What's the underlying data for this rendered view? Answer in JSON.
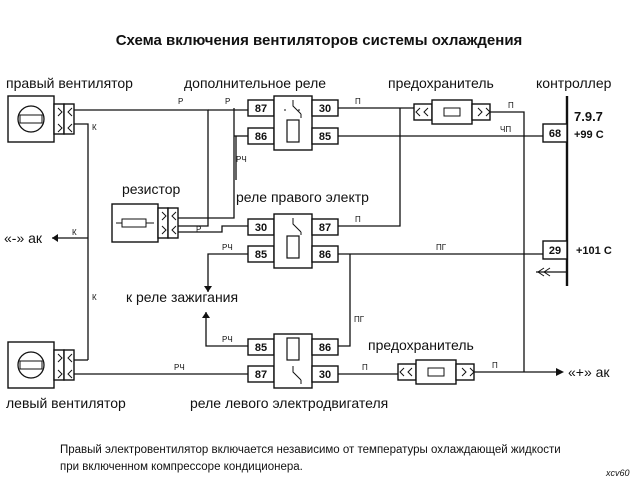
{
  "title": "Схема включения вентиляторов системы охлаждения",
  "labels": {
    "right_fan": "правый вентилятор",
    "left_fan": "левый вентилятор",
    "extra_relay": "дополнительное реле",
    "fuse_top": "предохранитель",
    "fuse_bottom": "предохранитель",
    "controller": "контроллер",
    "resistor": "резистор",
    "right_relay": "реле правого электр",
    "left_relay": "реле левого электродвигателя",
    "to_ignition": "к реле зажигания",
    "minus_ak": "«-» ак",
    "plus_ak": "«+» ак"
  },
  "controller": {
    "pin_a": "7.9.7",
    "temp1": "+99 С",
    "pin_68": "68",
    "pin_29": "29",
    "temp2": "+101 С"
  },
  "pins": {
    "r1": [
      "87",
      "86",
      "30",
      "85"
    ],
    "r2": [
      "30",
      "85",
      "87",
      "86"
    ],
    "r3": [
      "85",
      "87",
      "86",
      "30"
    ]
  },
  "wires": {
    "R": "Р",
    "K": "К",
    "RCH": "РЧ",
    "CHP": "ЧП",
    "P": "П",
    "PG": "ПГ"
  },
  "note_line1": "Правый электровентилятор включается независимо от температуры охлаждающей жидкости",
  "note_line2": "при включенном компрессоре кондиционера.",
  "signature": "xcv60"
}
